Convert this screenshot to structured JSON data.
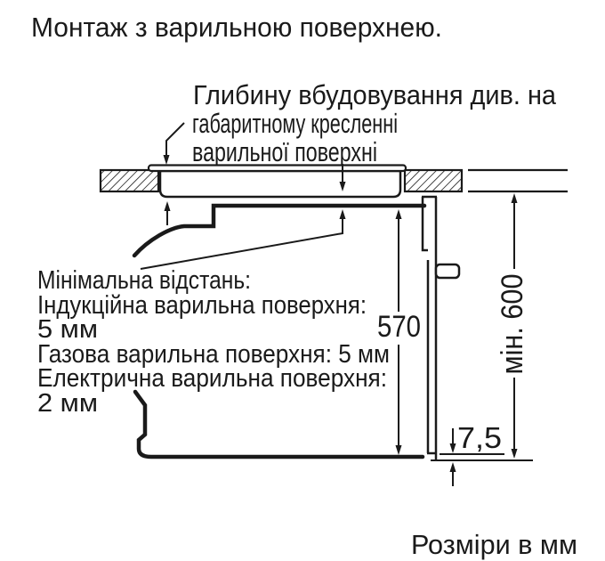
{
  "title": "Монтаж з варильною поверхнею.",
  "footer": "Розміри в мм",
  "annotation": {
    "line1": "Глибину вбудовування див. на",
    "line2": "габаритному кресленні",
    "line3": "варильної поверхні"
  },
  "note": {
    "line1": "Мінімальна відстань:",
    "line2": "Індукційна варильна поверхня:",
    "line3": "5 мм",
    "line4": "Газова варильна поверхня: 5 мм",
    "line5": "Електрична варильна поверхня:",
    "line6": "2 мм"
  },
  "dims": {
    "oven_height": "570",
    "min_niche": "мін. 600",
    "door_gap": "7,5"
  },
  "colors": {
    "line": "#1a1a1a",
    "background": "#ffffff"
  }
}
